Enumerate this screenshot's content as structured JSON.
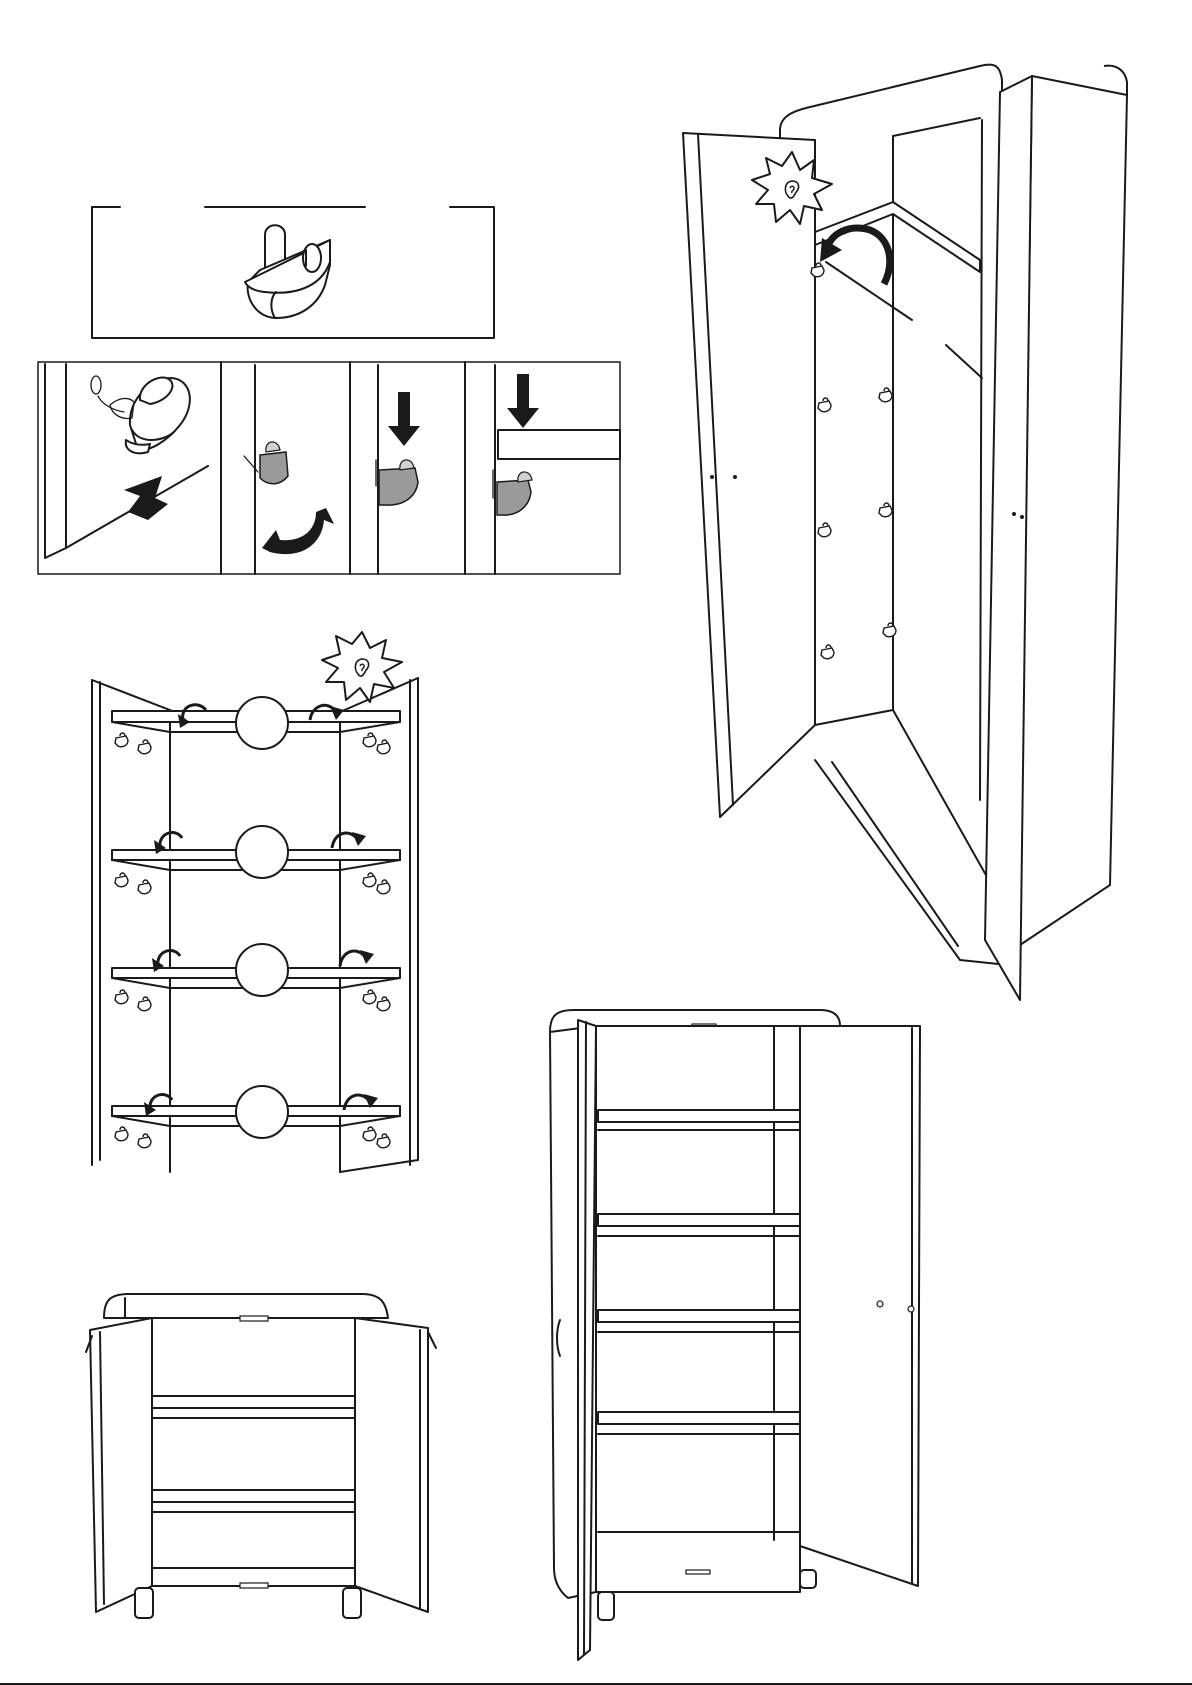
{
  "sheet": {
    "background": "#ffffff",
    "ink": "#1a1a1a",
    "grey": "#9a9a9a"
  },
  "panels": [
    {
      "name": "detail-box",
      "icon": "shelf-support-peg-icon"
    },
    {
      "name": "step-strip",
      "steps": [
        {
          "icon": "insert-peg-icon"
        },
        {
          "icon": "rotate-clip-icon"
        },
        {
          "icon": "arrow-down-icon"
        },
        {
          "icon": "shelf-on-peg-icon"
        }
      ]
    },
    {
      "name": "tall-cabinet-open-door",
      "icon": "listen-click-icon"
    },
    {
      "name": "shelf-insertion-diagram",
      "shelf_count": 4,
      "icon": "listen-click-icon"
    },
    {
      "name": "low-cabinet-finished"
    },
    {
      "name": "tall-cabinet-finished"
    }
  ]
}
